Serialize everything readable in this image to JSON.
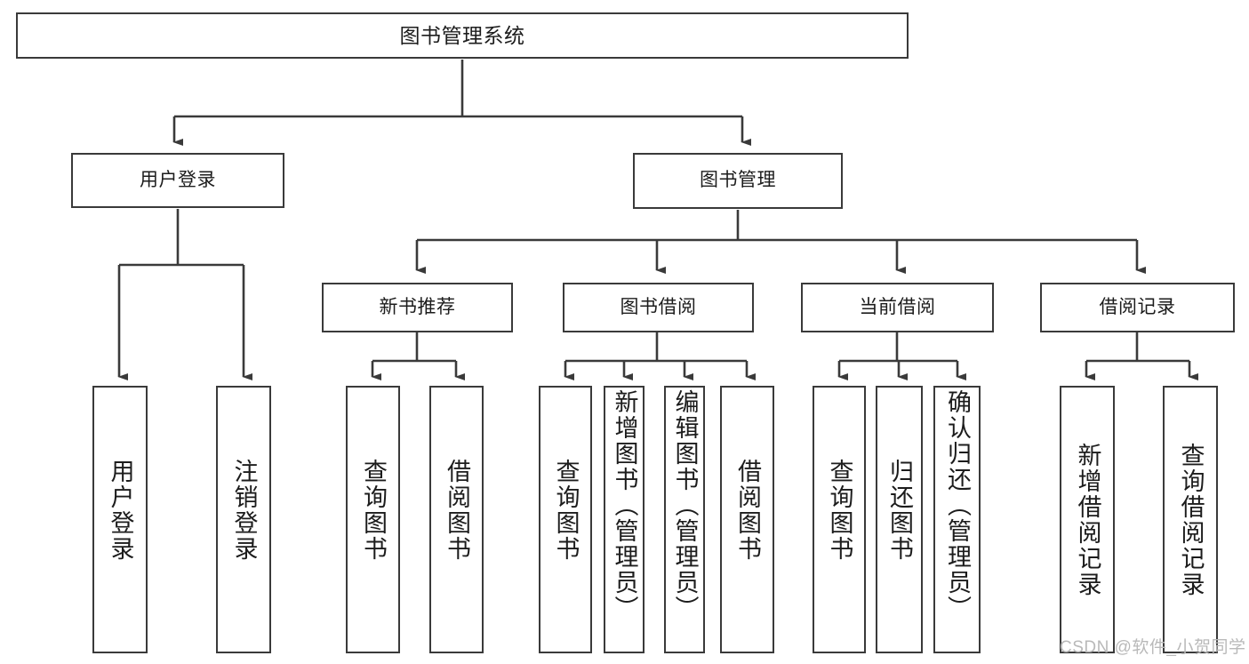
{
  "diagram": {
    "type": "tree-hierarchy",
    "title": "图书管理系统",
    "watermark": "CSDN @软件_小贺同学",
    "colors": {
      "stroke": "#3a3a3a",
      "fill": "#ffffff",
      "text": "#1c1c1c",
      "watermark": "#b9b9b9"
    },
    "nodes": {
      "root": {
        "label": "图书管理系统"
      },
      "level1": [
        {
          "id": "user-login",
          "label": "用户登录"
        },
        {
          "id": "book-manage",
          "label": "图书管理"
        }
      ],
      "level2": [
        {
          "id": "new-book-rec",
          "label": "新书推荐"
        },
        {
          "id": "book-borrow",
          "label": "图书借阅"
        },
        {
          "id": "current-borrow",
          "label": "当前借阅"
        },
        {
          "id": "borrow-record",
          "label": "借阅记录"
        }
      ],
      "leaves": {
        "user-login": [
          {
            "id": "leaf-user-login",
            "label": "用户登录"
          },
          {
            "id": "leaf-logout",
            "label": "注销登录"
          }
        ],
        "new-book-rec": [
          {
            "id": "leaf-query-book-1",
            "label": "查询图书"
          },
          {
            "id": "leaf-borrow-book-1",
            "label": "借阅图书"
          }
        ],
        "book-borrow": [
          {
            "id": "leaf-query-book-2",
            "label": "查询图书"
          },
          {
            "id": "leaf-add-book",
            "label": "新增图书（管理员）"
          },
          {
            "id": "leaf-edit-book",
            "label": "编辑图书（管理员）"
          },
          {
            "id": "leaf-borrow-book-2",
            "label": "借阅图书"
          }
        ],
        "current-borrow": [
          {
            "id": "leaf-query-book-3",
            "label": "查询图书"
          },
          {
            "id": "leaf-return-book",
            "label": "归还图书"
          },
          {
            "id": "leaf-confirm-return",
            "label": "确认归还（管理员）"
          }
        ],
        "borrow-record": [
          {
            "id": "leaf-add-record",
            "label": "新增借阅记录"
          },
          {
            "id": "leaf-query-record",
            "label": "查询借阅记录"
          }
        ]
      }
    }
  }
}
